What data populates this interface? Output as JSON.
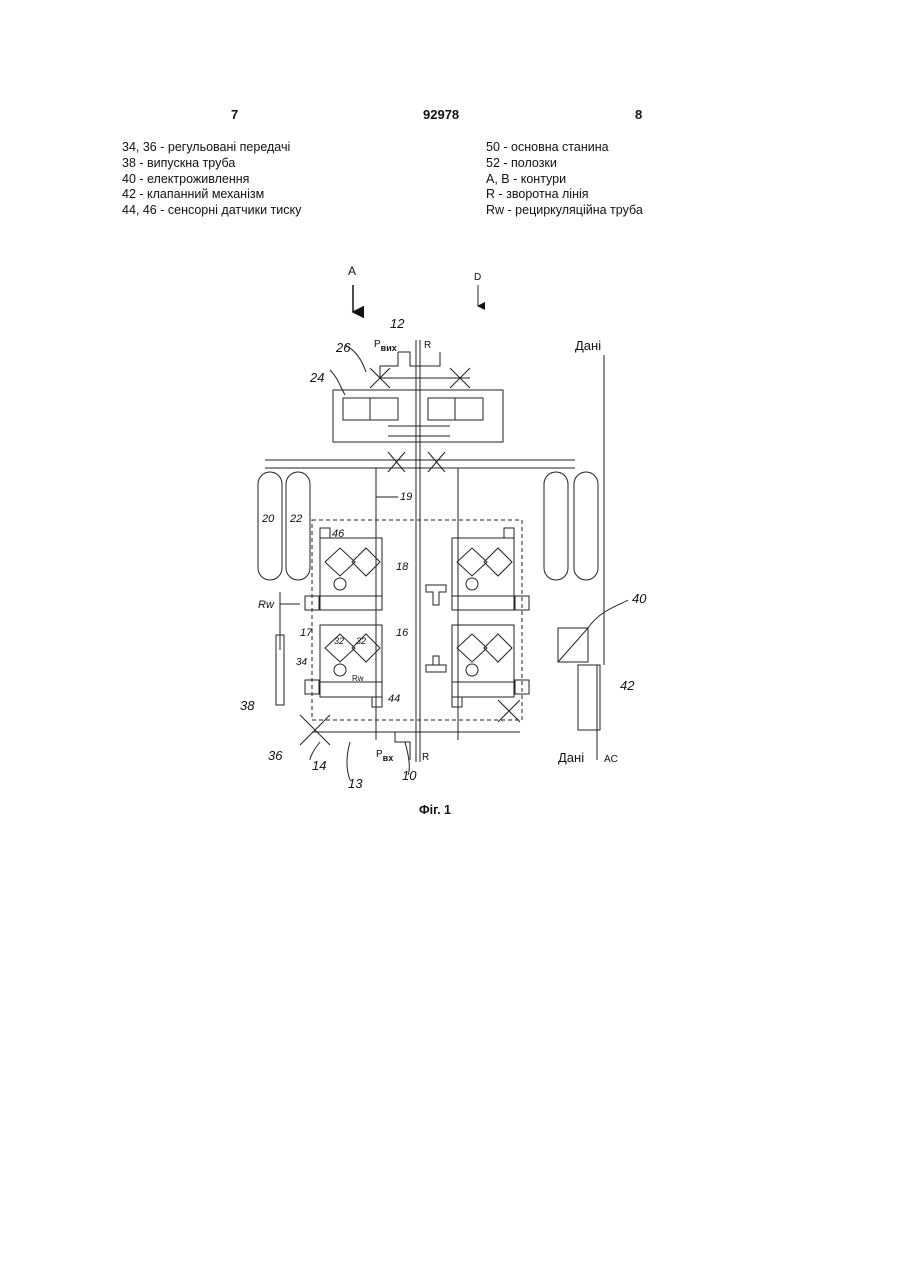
{
  "header": {
    "page_left": "7",
    "doc_number": "92978",
    "page_right": "8"
  },
  "legend_left": [
    "34, 36 - регульовані передачі",
    "38 - випускна труба",
    "40 - електроживлення",
    "42 - клапанний механізм",
    "44, 46 - сенсорні датчики тиску"
  ],
  "legend_right": [
    "50 - основна станина",
    "52 - полозки",
    "A, B - контури",
    "R - зворотна лінія",
    "Rw - рециркуляційна труба"
  ],
  "figure": {
    "label_a": "A",
    "label_b": "D",
    "p_out": "P",
    "p_out_sub": "вих",
    "p_in": "P",
    "p_in_sub": "вх",
    "r_top": "R",
    "r_bottom": "R",
    "data_top": "Дані",
    "data_bottom": "Дані",
    "ac": "AC",
    "rw_left": "Rw",
    "rw_inner": "Rw",
    "refs": {
      "n12": "12",
      "n26": "26",
      "n24": "24",
      "n19": "19",
      "n46": "46",
      "n18": "18",
      "n17": "17",
      "n16": "16",
      "n34": "34",
      "n38": "38",
      "n36": "36",
      "n14": "14",
      "n13": "13",
      "n10": "10",
      "n44": "44",
      "n40": "40",
      "n42": "42",
      "n20": "20",
      "n22": "22",
      "n32": "32",
      "n33": "32"
    },
    "caption": "Фіг. 1"
  }
}
